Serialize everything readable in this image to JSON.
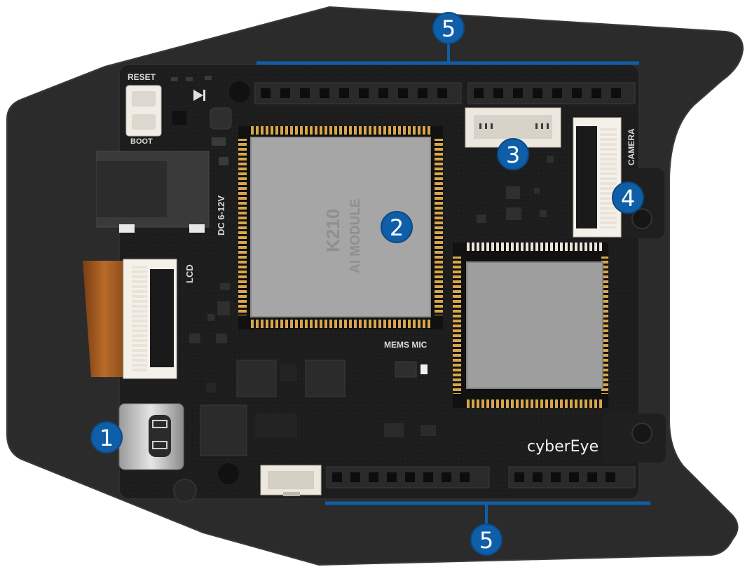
{
  "board": {
    "brand": "cyberEye",
    "labels": {
      "reset": "RESET",
      "boot": "BOOT",
      "dc": "DC 6-12V",
      "lcd": "LCD",
      "camera": "CAMERA",
      "mems_mic": "MEMS MIC"
    },
    "chip": {
      "line1": "K210",
      "line2": "AI MODULE"
    }
  },
  "callouts": [
    {
      "number": "1"
    },
    {
      "number": "2"
    },
    {
      "number": "3"
    },
    {
      "number": "4"
    },
    {
      "number": "5"
    },
    {
      "number": "5"
    }
  ],
  "colors": {
    "callout": "#0f5ea8",
    "case": "#2a2a2a",
    "pcb": "#1e1e1e"
  }
}
